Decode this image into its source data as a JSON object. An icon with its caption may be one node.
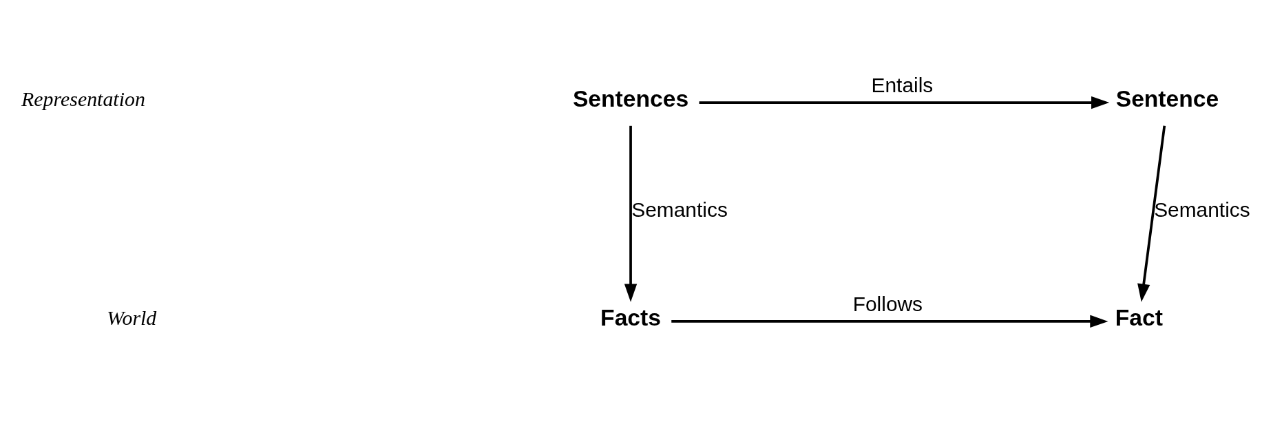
{
  "diagram": {
    "nodes": [
      {
        "text": [
          "Sentences"
        ]
      },
      {
        "text": [
          "Sentence"
        ]
      },
      {
        "text": [
          "Facts"
        ]
      },
      {
        "text": [
          "Fact"
        ]
      }
    ],
    "edges": [
      {
        "from": 0,
        "to": 1,
        "arrow": "to",
        "label": "Entails"
      },
      {
        "from": 0,
        "to": 2,
        "arrow": "to",
        "label": "Semantics"
      },
      {
        "from": 1,
        "to": 3,
        "arrow": "to",
        "label": "Semantics"
      },
      {
        "from": 2,
        "to": 3,
        "arrow": "to",
        "label": "Follows"
      }
    ],
    "labels": [
      "Representation",
      "World"
    ]
  }
}
